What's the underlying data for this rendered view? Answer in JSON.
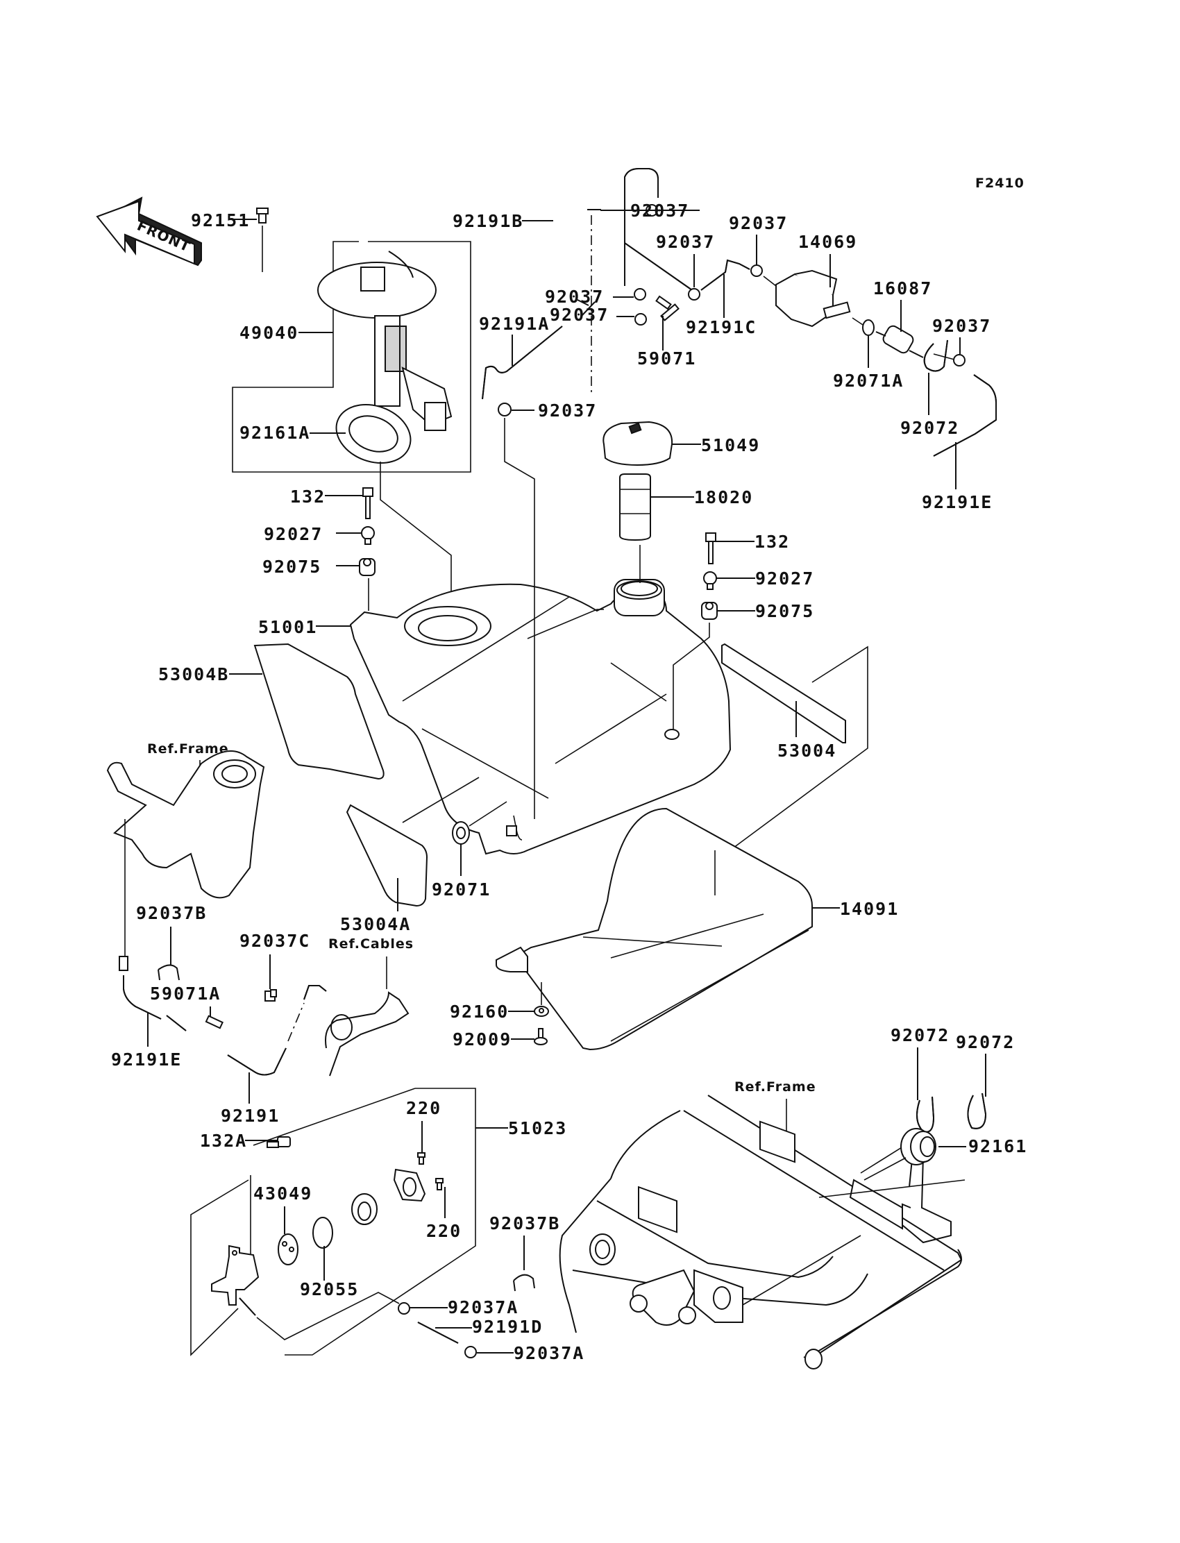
{
  "diagram": {
    "figure_code": "F2410",
    "front_indicator": "FRONT",
    "reference_labels": {
      "ref_frame_left": "Ref.Frame",
      "ref_cables": "Ref.Cables",
      "ref_frame_bottom": "Ref.Frame"
    },
    "parts": {
      "p92151": "92151",
      "p49040": "49040",
      "p92161A": "92161A",
      "p132_left": "132",
      "p92027_left": "92027",
      "p92075_left": "92075",
      "p51001": "51001",
      "p53004B": "53004B",
      "p92191B": "92191B",
      "p92037_top": "92037",
      "p92037_mid_a": "92037",
      "p92037_mid_b": "92037",
      "p92037_upper_left": "92037",
      "p92037_lower_left": "92037",
      "p92191A": "92191A",
      "p59071": "59071",
      "p92191C": "92191C",
      "p14069": "14069",
      "p16087": "16087",
      "p92037_right": "92037",
      "p92071A": "92071A",
      "p92072_top": "92072",
      "p92191E_right": "92191E",
      "p92037_filler": "92037",
      "p51049": "51049",
      "p18020": "18020",
      "p132_right": "132",
      "p92027_right": "92027",
      "p92075_right": "92075",
      "p53004": "53004",
      "p92071": "92071",
      "p53004A": "53004A",
      "p14091": "14091",
      "p92037B_left": "92037B",
      "p92037C": "92037C",
      "p59071A": "59071A",
      "p92191E_left": "92191E",
      "p92191": "92191",
      "p92160": "92160",
      "p92009": "92009",
      "p132A": "132A",
      "p51023": "51023",
      "p220_top": "220",
      "p220_bottom": "220",
      "p43049": "43049",
      "p92055": "92055",
      "p92037B_bottom": "92037B",
      "p92037A_top": "92037A",
      "p92191D": "92191D",
      "p92037A_bottom": "92037A",
      "p92072_left": "92072",
      "p92072_right": "92072",
      "p92161": "92161"
    }
  }
}
